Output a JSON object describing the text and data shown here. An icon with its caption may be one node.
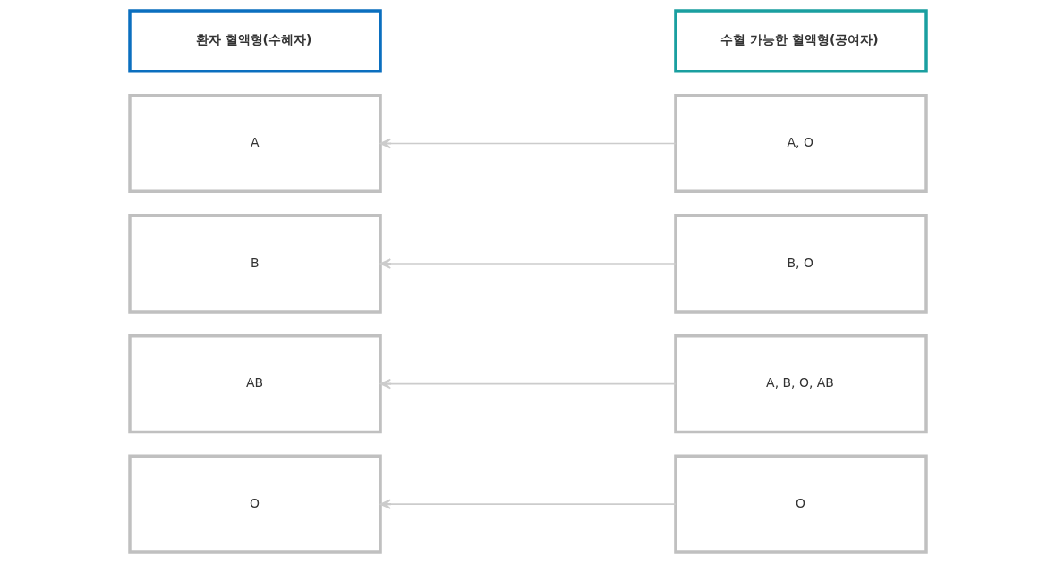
{
  "diagram": {
    "nodes": [
      {
        "text": [
          "환자 혈액형(수혜자)"
        ]
      },
      {
        "text": [
          "수혈 가능한 혈액형(공여자)"
        ]
      },
      {
        "text": [
          "A"
        ]
      },
      {
        "text": [
          "A, O"
        ]
      },
      {
        "text": [
          "B"
        ]
      },
      {
        "text": [
          "B, O"
        ]
      },
      {
        "text": [
          "AB"
        ]
      },
      {
        "text": [
          "A, B, O, AB"
        ]
      },
      {
        "text": [
          "O"
        ]
      },
      {
        "text": [
          "O"
        ]
      }
    ],
    "edges": [
      {
        "from": 3,
        "to": 2,
        "arrow": "to"
      },
      {
        "from": 5,
        "to": 4,
        "arrow": "to"
      },
      {
        "from": 7,
        "to": 6,
        "arrow": "to"
      },
      {
        "from": 9,
        "to": 8,
        "arrow": "to"
      }
    ]
  }
}
